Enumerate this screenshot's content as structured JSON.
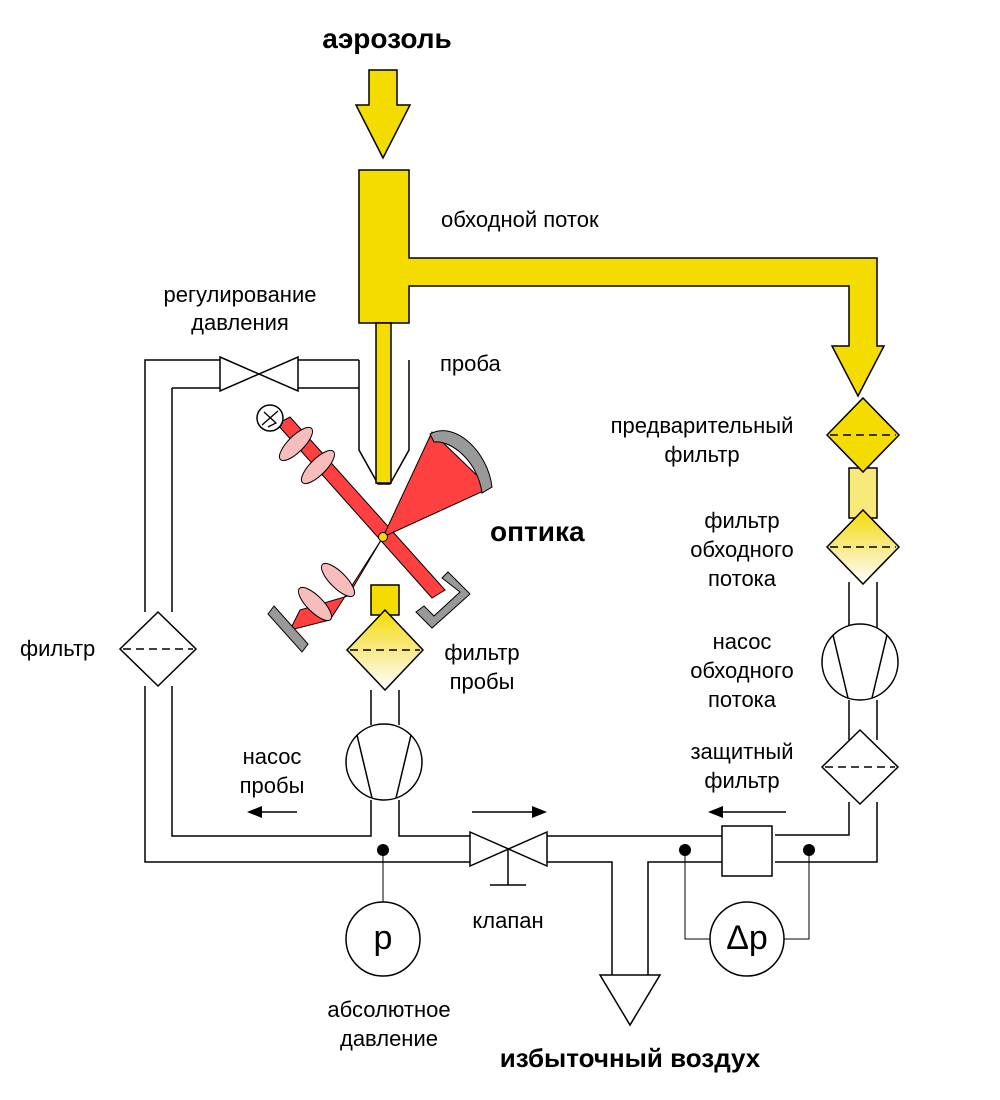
{
  "labels": {
    "aerosol": "аэрозоль",
    "bypass_flow": "обходной поток",
    "probe": "проба",
    "pressure_regulation_1": "регулирование",
    "pressure_regulation_2": "давления",
    "optics": "оптика",
    "prefilter_1": "предварительный",
    "prefilter_2": "фильтр",
    "bypass_filter_1": "фильтр",
    "bypass_filter_2": "обходного",
    "bypass_filter_3": "потока",
    "bypass_pump_1": "насос",
    "bypass_pump_2": "обходного",
    "bypass_pump_3": "потока",
    "protective_filter_1": "защитный",
    "protective_filter_2": "фильтр",
    "filter": "фильтр",
    "probe_filter_1": "фильтр",
    "probe_filter_2": "пробы",
    "probe_pump_1": "насос",
    "probe_pump_2": "пробы",
    "valve": "клапан",
    "abs_pressure_1": "абсолютное",
    "abs_pressure_2": "давление",
    "excess_air": "избыточный воздух",
    "p_symbol": "p",
    "dp_symbol": "Δp"
  },
  "colors": {
    "aerosol_yellow": "#f5dc00",
    "filter_yellow": "#f7e97a",
    "optics_red": "#ff4040",
    "mirror_gray": "#999999",
    "line": "#000000"
  }
}
